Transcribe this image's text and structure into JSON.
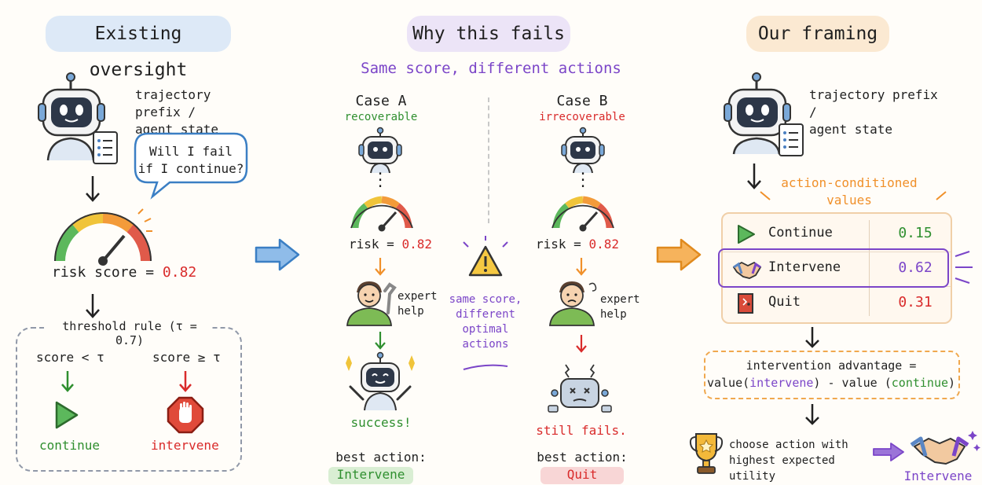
{
  "panels": {
    "left": {
      "title": "Existing oversight",
      "robot_label": "trajectory prefix /\nagent state",
      "speech": "Will I fail\nif I continue?",
      "risk_label": "risk score = ",
      "risk_value": "0.82",
      "threshold_rule": "threshold rule (τ = 0.7)",
      "cond_low": "score < τ",
      "cond_high": "score ≥ τ",
      "continue_label": "continue",
      "intervene_label": "intervene"
    },
    "middle": {
      "title": "Why this fails",
      "subtitle": "Same score, different actions",
      "case_a": {
        "title": "Case A",
        "status": "recoverable",
        "risk_label": "risk = ",
        "risk_value": "0.82",
        "help": "expert\nhelp",
        "outcome": "success!",
        "best_label": "best action:",
        "best_value": "Intervene"
      },
      "case_b": {
        "title": "Case B",
        "status": "irrecoverable",
        "risk_label": "risk = ",
        "risk_value": "0.82",
        "help": "expert\nhelp",
        "outcome": "still fails.",
        "best_label": "best action:",
        "best_value": "Quit"
      },
      "warning_text": "same score,\ndifferent\noptimal\nactions"
    },
    "right": {
      "title": "Our framing",
      "robot_label": "trajectory prefix /\nagent state",
      "values_title": "action-conditioned\nvalues",
      "actions": [
        {
          "label": "Continue",
          "value": "0.15",
          "icon": "play-icon"
        },
        {
          "label": "Intervene",
          "value": "0.62",
          "icon": "handshake-icon"
        },
        {
          "label": "Quit",
          "value": "0.31",
          "icon": "exit-door-icon"
        }
      ],
      "advantage_line1": "intervention advantage =",
      "advantage_value": "value(",
      "advantage_intervene": "intervene",
      "advantage_mid": ") - value (",
      "advantage_continue": "continue",
      "advantage_end": ")",
      "choose": "choose action with\nhighest expected utility",
      "result": "Intervene"
    }
  },
  "colors": {
    "blue_pill": "#dde9f7",
    "purple_pill": "#ece4f7",
    "orange_pill": "#fbe9d2",
    "green": "#2f8f2f",
    "red": "#d92b2b",
    "purple": "#7b45c8",
    "orange": "#f0902a"
  }
}
